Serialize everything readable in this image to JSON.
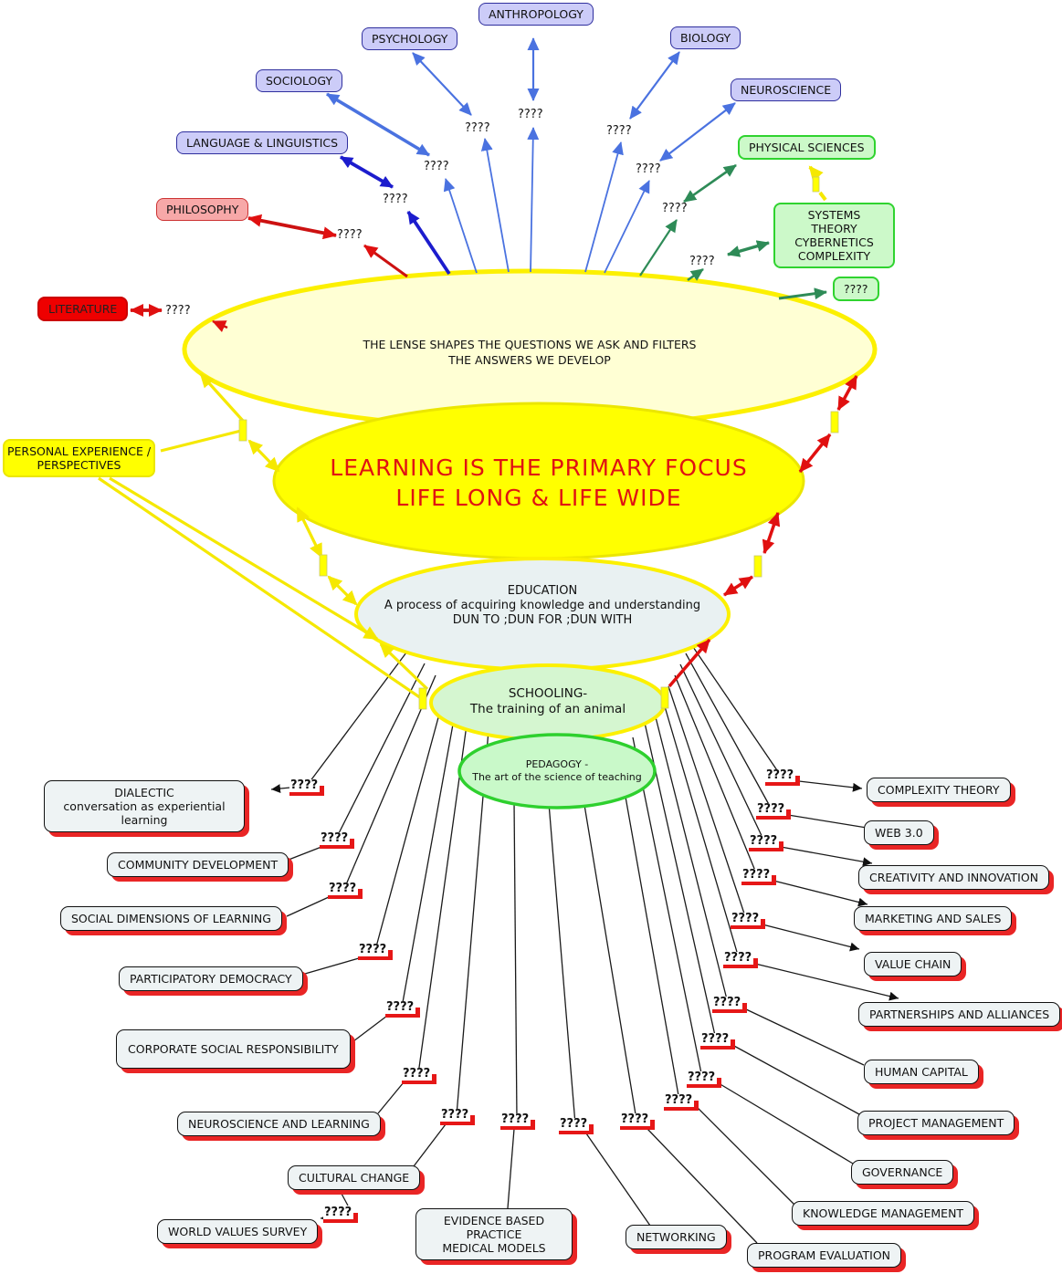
{
  "unknown": "????",
  "colors": {
    "royal_blue": "#4a72e0",
    "dark_blue": "#1c1ccd",
    "red_arrow": "#cc1111",
    "bright_red": "#ee0000",
    "sea_green": "#2e8b57",
    "yellow": "#fcf000",
    "light_yellow": "#ffffd4",
    "green_border": "#2fd32f",
    "light_green": "#ccf9c9",
    "lavender": "#ccccf8",
    "lavender_border": "#2f2f9e",
    "topic_fill": "#eef3f4",
    "topic_shadow": "#e92525",
    "salmon": "#f7a8a8",
    "learning_text": "#e01212"
  },
  "ellipses": {
    "lens": {
      "text": "THE LENSE SHAPES THE QUESTIONS WE ASK AND FILTERS\nTHE ANSWERS WE DEVELOP"
    },
    "learning": {
      "text": "LEARNING  IS  THE PRIMARY FOCUS\nLIFE LONG & LIFE WIDE"
    },
    "education": {
      "text": "EDUCATION\nA process of acquiring knowledge and understanding\nDUN TO ;DUN FOR ;DUN WITH"
    },
    "schooling": {
      "text": "SCHOOLING-\nThe training of an animal"
    },
    "pedagogy": {
      "text": "PEDAGOGY  -\nThe art of the science of teaching"
    }
  },
  "personal_experience": {
    "label": "PERSONAL EXPERIENCE /\nPERSPECTIVES"
  },
  "disciplines": {
    "anthropology": {
      "label": "ANTHROPOLOGY"
    },
    "psychology": {
      "label": "PSYCHOLOGY"
    },
    "sociology": {
      "label": "SOCIOLOGY"
    },
    "language_linguistics": {
      "label": "LANGUAGE & LINGUISTICS"
    },
    "philosophy": {
      "label": "PHILOSOPHY"
    },
    "literature": {
      "label": "LITERATURE"
    },
    "biology": {
      "label": "BIOLOGY"
    },
    "neuroscience": {
      "label": "NEUROSCIENCE"
    },
    "physical_sciences": {
      "label": "PHYSICAL SCIENCES"
    },
    "systems_theory": {
      "label": "SYSTEMS THEORY\nCYBERNETICS\nCOMPLEXITY"
    }
  },
  "topics": {
    "dialectic": {
      "label": "DIALECTIC\nconversation as experiential learning"
    },
    "community_development": {
      "label": "COMMUNITY DEVELOPMENT"
    },
    "social_dimensions": {
      "label": "SOCIAL DIMENSIONS OF LEARNING"
    },
    "participatory_democracy": {
      "label": "PARTICIPATORY DEMOCRACY"
    },
    "corporate_social_responsibility": {
      "label": "CORPORATE SOCIAL RESPONSIBILITY"
    },
    "neuroscience_and_learning": {
      "label": "NEUROSCIENCE AND LEARNING"
    },
    "cultural_change": {
      "label": "CULTURAL CHANGE"
    },
    "world_values_survey": {
      "label": "WORLD VALUES SURVEY"
    },
    "evidence_based_practice": {
      "label": "EVIDENCE BASED PRACTICE\nMEDICAL MODELS"
    },
    "networking": {
      "label": "NETWORKING"
    },
    "program_evaluation": {
      "label": "PROGRAM EVALUATION"
    },
    "complexity_theory": {
      "label": "COMPLEXITY THEORY"
    },
    "web_30": {
      "label": "WEB 3.0"
    },
    "creativity_and_innovation": {
      "label": "CREATIVITY AND INNOVATION"
    },
    "marketing_and_sales": {
      "label": "MARKETING AND SALES"
    },
    "value_chain": {
      "label": "VALUE CHAIN"
    },
    "partnerships_and_alliances": {
      "label": "PARTNERSHIPS AND ALLIANCES"
    },
    "human_capital": {
      "label": "HUMAN CAPITAL"
    },
    "project_management": {
      "label": "PROJECT MANAGEMENT"
    },
    "governance": {
      "label": "GOVERNANCE"
    },
    "knowledge_management": {
      "label": "KNOWLEDGE MANAGEMENT"
    }
  }
}
